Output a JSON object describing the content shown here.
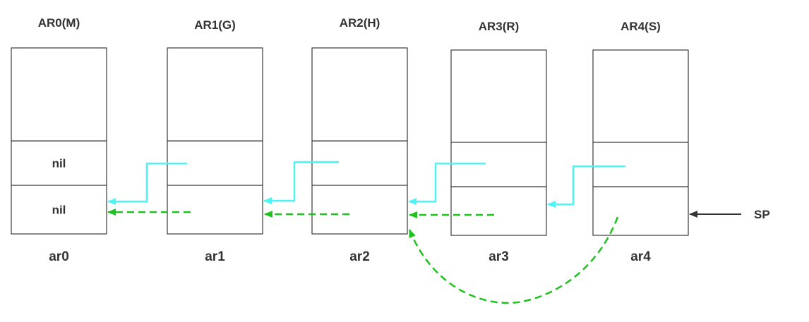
{
  "frames": [
    {
      "id": "ar0",
      "title": "AR0(M)",
      "label": "ar0",
      "cells": [
        "nil",
        "nil"
      ]
    },
    {
      "id": "ar1",
      "title": "AR1(G)",
      "label": "ar1",
      "cells": [
        "",
        ""
      ]
    },
    {
      "id": "ar2",
      "title": "AR2(H)",
      "label": "ar2",
      "cells": [
        "",
        ""
      ]
    },
    {
      "id": "ar3",
      "title": "AR3(R)",
      "label": "ar3",
      "cells": [
        "",
        ""
      ]
    },
    {
      "id": "ar4",
      "title": "AR4(S)",
      "label": "ar4",
      "cells": [
        "",
        ""
      ]
    }
  ],
  "pointer": {
    "label": "SP"
  },
  "colors": {
    "access_link": "#4ef3f3",
    "control_link": "#1fc11f",
    "sp_arrow": "#333333",
    "box_border": "#3a3a3a",
    "text": "#333333"
  }
}
